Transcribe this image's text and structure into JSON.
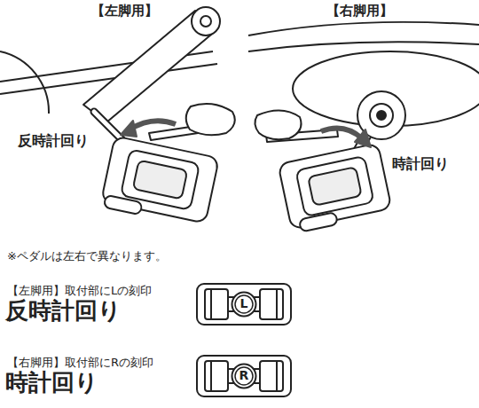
{
  "diagram": {
    "nodes": [
      {
        "text": [
          "L"
        ]
      },
      {
        "text": [
          "R"
        ]
      }
    ],
    "labels": [
      "【左脚用】",
      "【右脚用】",
      "反時計回り",
      "時計回り",
      "※ペダルは左右で異なります。",
      "【左脚用】取付部にLの刻印",
      "反時計回り",
      "【右脚用】取付部にRの刻印",
      "時計回り"
    ]
  }
}
